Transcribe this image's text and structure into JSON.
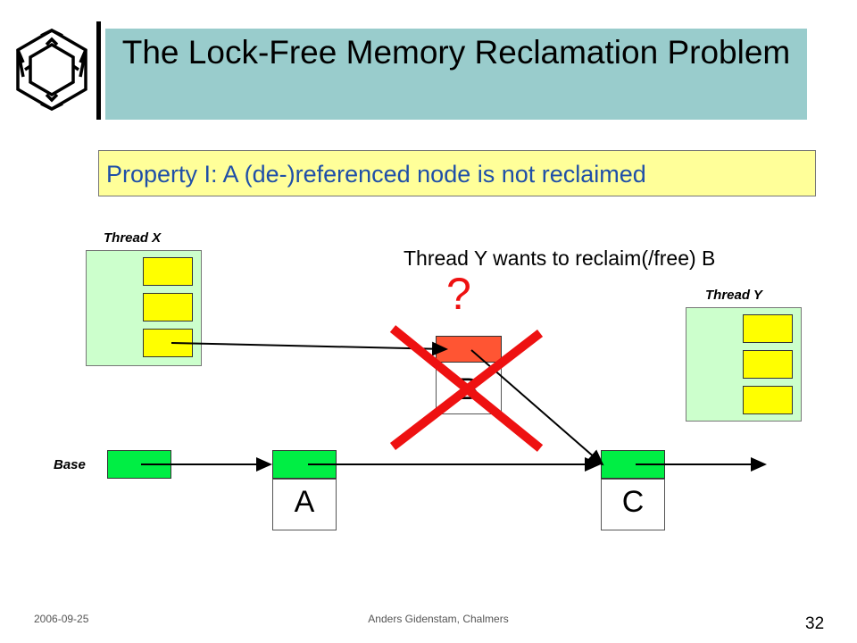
{
  "title": "The Lock-Free Memory Reclamation Problem",
  "subtitle": "Property I: A (de-)referenced node is not reclaimed",
  "thread_x_label": "Thread X",
  "thread_y_label": "Thread Y",
  "base_label": "Base",
  "note": "Thread Y wants to reclaim(/free) B",
  "question_mark": "?",
  "nodes": {
    "a": "A",
    "b": "B",
    "c": "C"
  },
  "footer": {
    "date": "2006-09-25",
    "author": "Anders Gidenstam, Chalmers",
    "page": "32"
  },
  "colors": {
    "title_band": "#99cccc",
    "subtitle_bg": "#ffff99",
    "subtitle_text": "#1f4fa8",
    "thread_box": "#ccffcc",
    "pointer_cell": "#ffff00",
    "link_cell": "#00ee44",
    "node_b_header": "#ff5533",
    "cross": "#ee1111"
  },
  "icons": {
    "logo": "chalmers-logo-icon"
  }
}
